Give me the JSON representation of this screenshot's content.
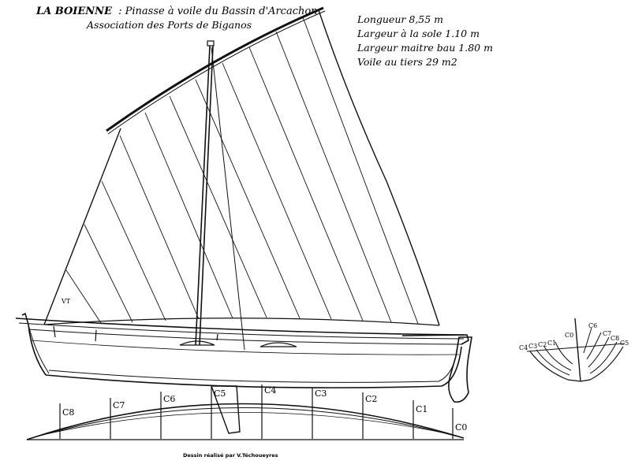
{
  "title": {
    "name": "LA BOIENNE",
    "subtitle": ": Pinasse à voile du Bassin d'Arcachon",
    "association": "Association des Ports de Biganos"
  },
  "specs": [
    "Longueur 8,55 m",
    "Largeur  à la sole 1.10 m",
    "Largeur maitre bau 1.80 m",
    "Voile au tiers  29 m2"
  ],
  "sail_label": "VT",
  "stations": [
    "C8",
    "C7",
    "C6",
    "C5",
    "C4",
    "C3",
    "C2",
    "C1",
    "C0"
  ],
  "body_plan_labels": {
    "left": [
      "C4",
      "C3",
      "C2",
      "C1"
    ],
    "mid": "C0",
    "right": [
      "C6",
      "C7",
      "C8",
      "C5"
    ]
  },
  "credit": "Dessin réalisé par V.Téchoueyres",
  "colors": {
    "ink": "#111111",
    "paper": "#ffffff"
  }
}
